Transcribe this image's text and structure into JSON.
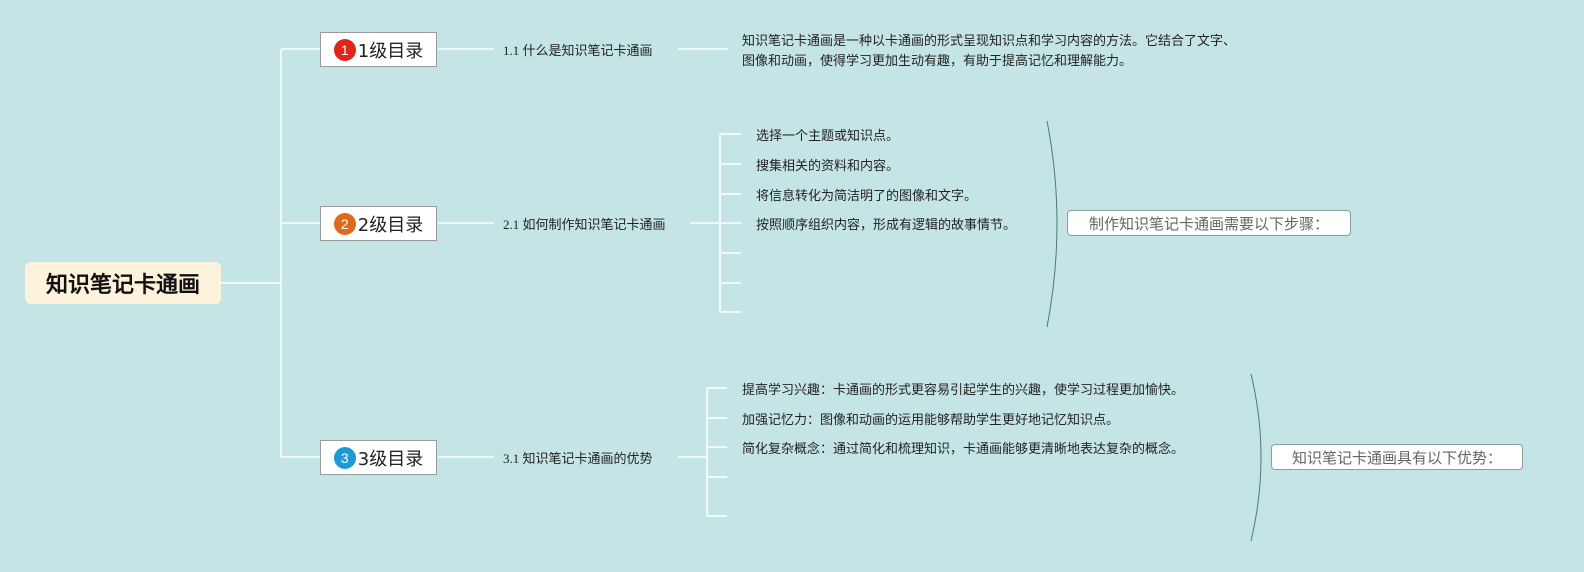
{
  "root": {
    "title": "知识笔记卡通画"
  },
  "branches": [
    {
      "badge": "1",
      "badge_color": "#e0261a",
      "label": "1级目录",
      "sub_num": "1.1",
      "sub_text": "什么是知识笔记卡通画",
      "description": "知识笔记卡通画是一种以卡通画的形式呈现知识点和学习内容的方法。它结合了文字、图像和动画，使得学习更加生动有趣，有助于提高记忆和理解能力。"
    },
    {
      "badge": "2",
      "badge_color": "#e06a1b",
      "label": "2级目录",
      "sub_num": "2.1",
      "sub_text": "如何制作知识笔记卡通画",
      "items": [
        "选择一个主题或知识点。",
        "搜集相关的资料和内容。",
        "将信息转化为简洁明了的图像和文字。",
        "按照顺序组织内容，形成有逻辑的故事情节。",
        "",
        "",
        ""
      ],
      "summary": "制作知识笔记卡通画需要以下步骤："
    },
    {
      "badge": "3",
      "badge_color": "#1d9ad6",
      "label": "3级目录",
      "sub_num": "3.1",
      "sub_text": "知识笔记卡通画的优势",
      "items": [
        "提高学习兴趣：卡通画的形式更容易引起学生的兴趣，使学习过程更加愉快。",
        "加强记忆力：图像和动画的运用能够帮助学生更好地记忆知识点。",
        "简化复杂概念：通过简化和梳理知识，卡通画能够更清晰地表达复杂的概念。",
        "",
        ""
      ],
      "summary": "知识笔记卡通画具有以下优势："
    }
  ],
  "colors": {
    "background": "#c5e4e5",
    "connector": "#ffffff",
    "bracket": "#4a7d78",
    "root_fill": "#fdf3dc"
  }
}
